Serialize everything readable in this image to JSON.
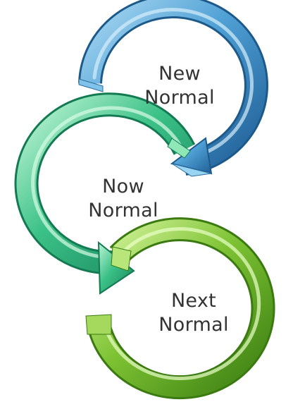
{
  "cycles": [
    {
      "line1": "New",
      "line2": "Normal",
      "color": "#3f8fc6"
    },
    {
      "line1": "Now",
      "line2": "Normal",
      "color": "#32b07c"
    },
    {
      "line1": "Next",
      "line2": "Normal",
      "color": "#6fb52c"
    }
  ]
}
